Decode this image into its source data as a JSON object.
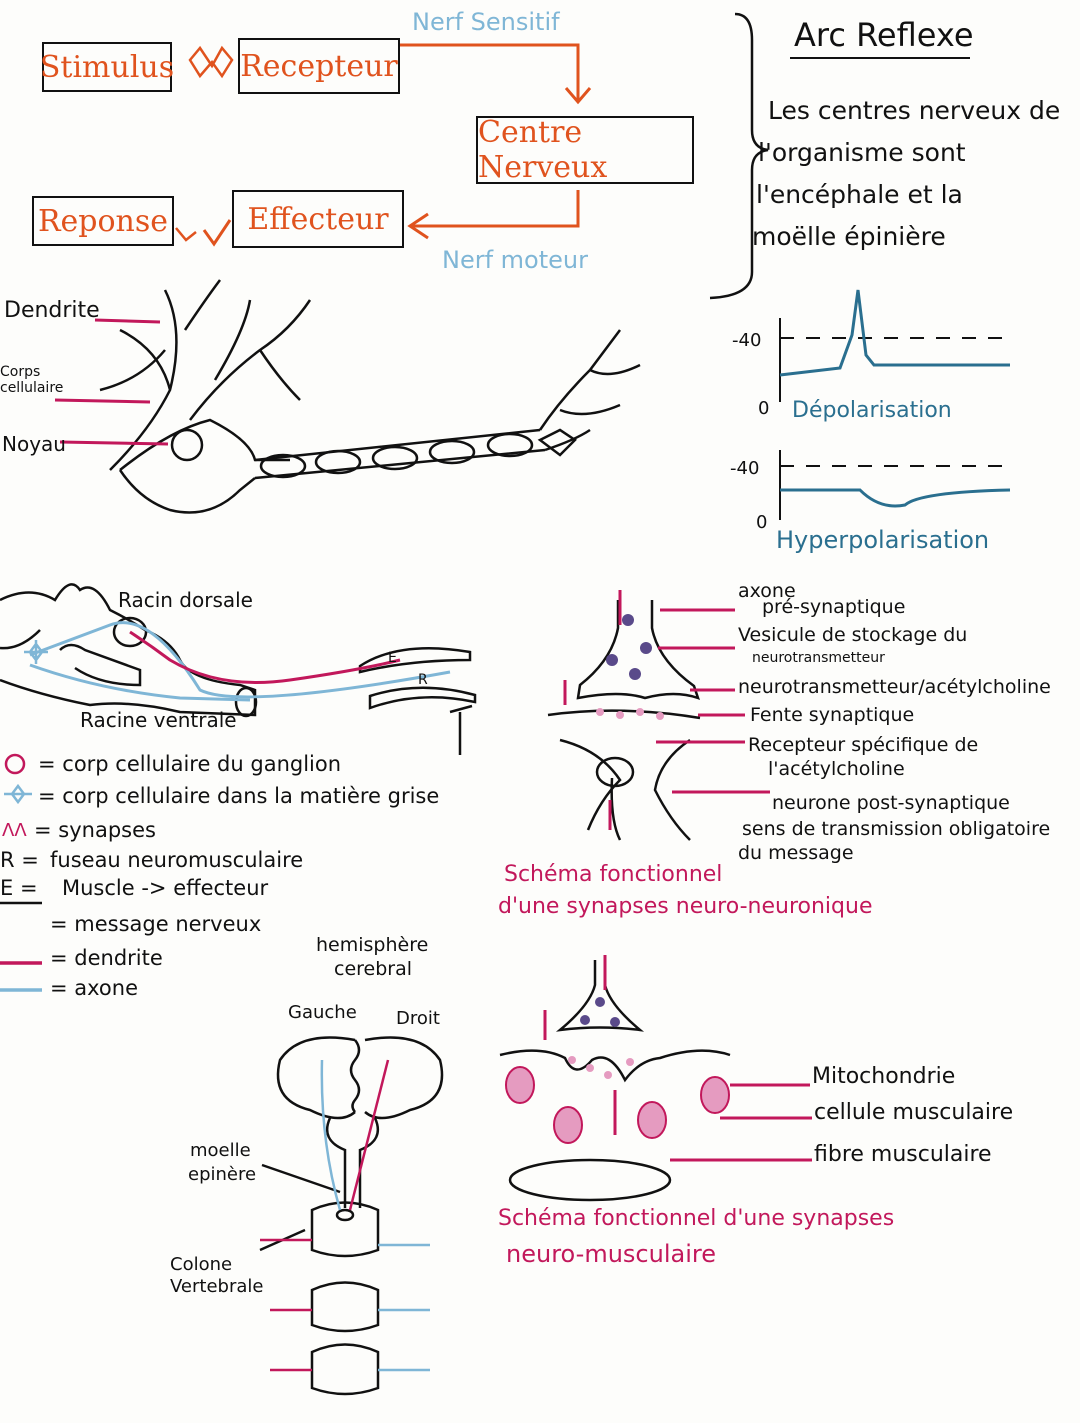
{
  "reflex": {
    "stimulus": "Stimulus",
    "recepteur": "Recepteur",
    "centre": "Centre Nerveux",
    "effecteur": "Effecteur",
    "reponse": "Reponse",
    "nerf_sensitif": "Nerf Sensitif",
    "nerf_moteur": "Nerf moteur",
    "title": "Arc Reflexe",
    "note_lines": [
      "Les centres nerveux de",
      "l'organisme sont",
      "l'encéphale et la",
      "moëlle épinière"
    ]
  },
  "neuron": {
    "dendrite": "Dendrite",
    "corps_1": "Corps",
    "corps_2": "cellulaire",
    "noyau": "Noyau"
  },
  "graphs": {
    "g1_label": "-40",
    "g1_zero": "0",
    "g1_title": "Dépolarisation",
    "g2_label": "-40",
    "g2_zero": "0",
    "g2_title": "Hyperpolarisation"
  },
  "spinal": {
    "racine_dorsale": "Racin dorsale",
    "racine_ventrale": "Racine ventrale",
    "e": "E",
    "r": "R"
  },
  "legend": {
    "l1": "= corp cellulaire du ganglion",
    "l2": "= corp cellulaire dans la matière grise",
    "l3_sym": "ΛΛ",
    "l3": "= synapses",
    "l4_sym": "R =",
    "l4": "fuseau neuromusculaire",
    "l5_sym": "E =",
    "l5": "Muscle -> effecteur",
    "l6": "= message nerveux",
    "l7": "= dendrite",
    "l8": "= axone"
  },
  "synapse1": {
    "lines": [
      "axone",
      "pré-synaptique",
      "Vesicule de stockage du",
      "neurotransmetteur",
      "neurotransmetteur/acétylcholine",
      "Fente synaptique",
      "Recepteur spécifique de",
      "l'acétylcholine",
      "neurone post-synaptique",
      "sens de transmission obligatoire",
      "du message"
    ],
    "caption_1": "Schéma fonctionnel",
    "caption_2": "d'une synapses neuro-neuronique"
  },
  "brain": {
    "hemisphere_1": "hemisphère",
    "hemisphere_2": "cerebral",
    "gauche": "Gauche",
    "droit": "Droit",
    "moelle_1": "moelle",
    "moelle_2": "epinère",
    "colonne_1": "Colone",
    "colonne_2": "Vertebrale"
  },
  "synapse2": {
    "mito": "Mitochondrie",
    "cellule": "cellule musculaire",
    "fibre": "fibre musculaire",
    "caption_1": "Schéma fonctionnel d'une synapses",
    "caption_2": "neuro-musculaire"
  },
  "colors": {
    "orange": "#e0531e",
    "blue": "#7fb6d6",
    "pink": "#c2185b",
    "teal": "#2a6f8f"
  }
}
